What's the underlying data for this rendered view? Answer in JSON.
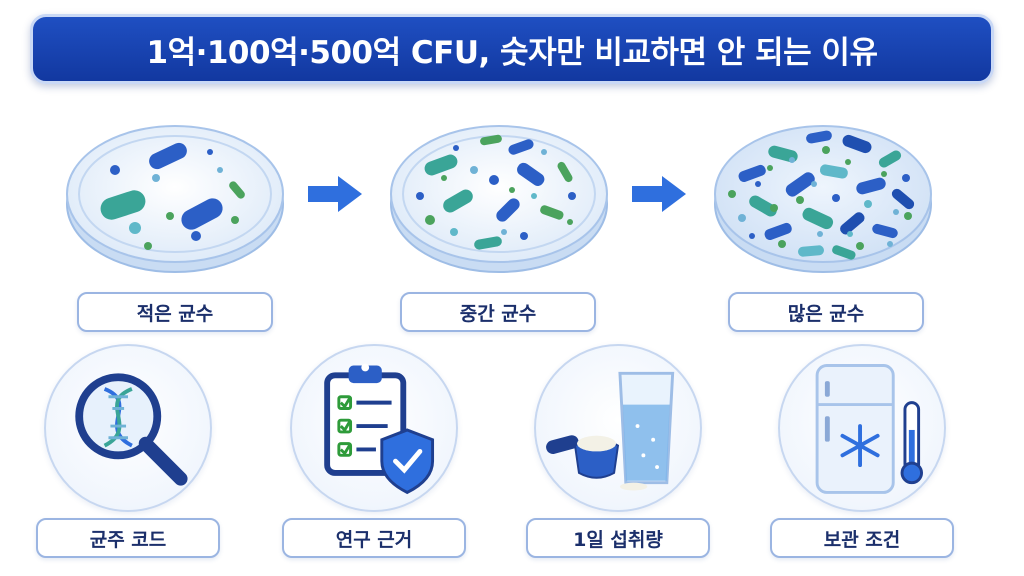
{
  "header": {
    "title": "1억·100억·500억 CFU, 숫자만 비교하면 안 되는 이유"
  },
  "dishes": [
    {
      "label": "적은 균수",
      "icon": "petri-dish-few-bacteria-icon"
    },
    {
      "label": "중간 균수",
      "icon": "petri-dish-medium-bacteria-icon"
    },
    {
      "label": "많은 균수",
      "icon": "petri-dish-many-bacteria-icon"
    }
  ],
  "factors": [
    {
      "label": "균주 코드",
      "icon": "dna-magnifier-icon"
    },
    {
      "label": "연구 근거",
      "icon": "clipboard-checklist-shield-icon"
    },
    {
      "label": "1일 섭취량",
      "icon": "scoop-powder-water-glass-icon"
    },
    {
      "label": "보관 조건",
      "icon": "refrigerator-snowflake-thermometer-icon"
    }
  ],
  "colors": {
    "banner": "#1f4fc2",
    "accent": "#2f6fde",
    "label_text": "#1b2f6b",
    "label_border": "#9bb5e2",
    "check_green": "#2e9b3a"
  }
}
